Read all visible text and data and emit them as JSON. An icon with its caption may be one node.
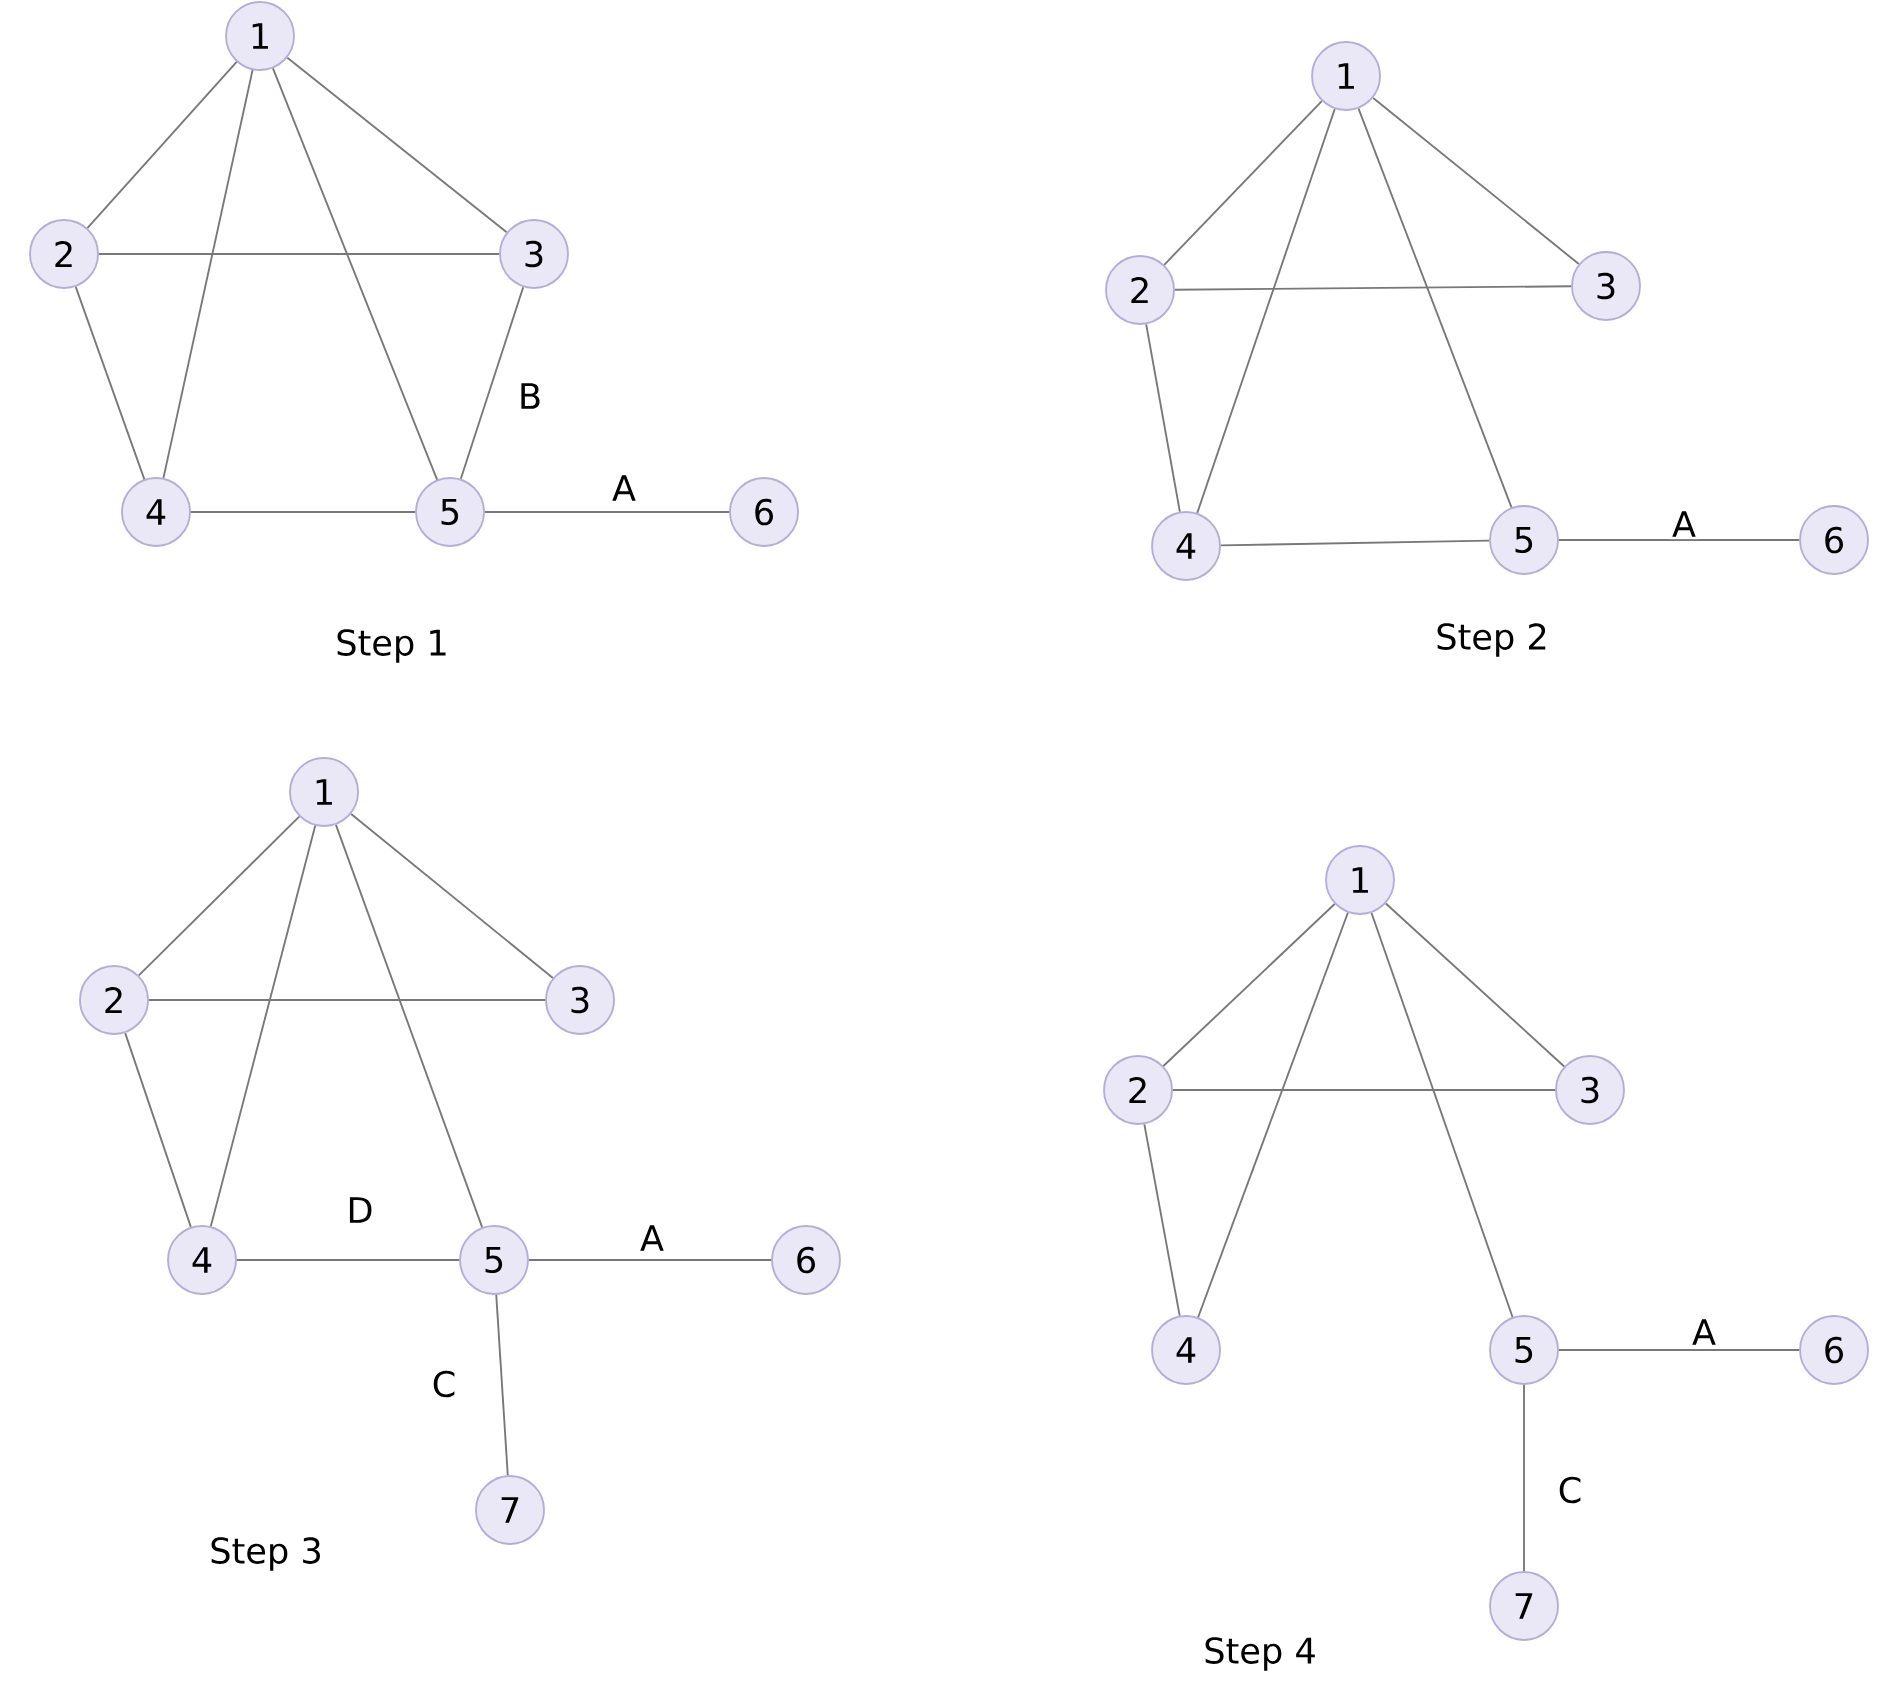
{
  "diagram": {
    "nodes": [
      {
        "text": [
          "1"
        ]
      },
      {
        "text": [
          "2"
        ]
      },
      {
        "text": [
          "3"
        ]
      },
      {
        "text": [
          "4"
        ]
      },
      {
        "text": [
          "5"
        ]
      },
      {
        "text": [
          "6"
        ]
      },
      {
        "text": [
          "1"
        ]
      },
      {
        "text": [
          "2"
        ]
      },
      {
        "text": [
          "3"
        ]
      },
      {
        "text": [
          "4"
        ]
      },
      {
        "text": [
          "5"
        ]
      },
      {
        "text": [
          "6"
        ]
      },
      {
        "text": [
          "1"
        ]
      },
      {
        "text": [
          "2"
        ]
      },
      {
        "text": [
          "3"
        ]
      },
      {
        "text": [
          "4"
        ]
      },
      {
        "text": [
          "5"
        ]
      },
      {
        "text": [
          "6"
        ]
      },
      {
        "text": [
          "7"
        ]
      },
      {
        "text": [
          "1"
        ]
      },
      {
        "text": [
          "2"
        ]
      },
      {
        "text": [
          "3"
        ]
      },
      {
        "text": [
          "4"
        ]
      },
      {
        "text": [
          "5"
        ]
      },
      {
        "text": [
          "6"
        ]
      },
      {
        "text": [
          "7"
        ]
      }
    ],
    "edges": [
      {
        "from": 0,
        "to": 1,
        "arrow": "none"
      },
      {
        "from": 0,
        "to": 2,
        "arrow": "none"
      },
      {
        "from": 0,
        "to": 3,
        "arrow": "none"
      },
      {
        "from": 0,
        "to": 4,
        "arrow": "none"
      },
      {
        "from": 1,
        "to": 2,
        "arrow": "none"
      },
      {
        "from": 1,
        "to": 3,
        "arrow": "none"
      },
      {
        "from": 2,
        "to": 4,
        "arrow": "none",
        "label": "B"
      },
      {
        "from": 3,
        "to": 4,
        "arrow": "none"
      },
      {
        "from": 4,
        "to": 5,
        "arrow": "none",
        "label": "A"
      },
      {
        "from": 6,
        "to": 7,
        "arrow": "none"
      },
      {
        "from": 6,
        "to": 8,
        "arrow": "none"
      },
      {
        "from": 6,
        "to": 9,
        "arrow": "none"
      },
      {
        "from": 6,
        "to": 10,
        "arrow": "none"
      },
      {
        "from": 7,
        "to": 8,
        "arrow": "none"
      },
      {
        "from": 7,
        "to": 9,
        "arrow": "none"
      },
      {
        "from": 9,
        "to": 10,
        "arrow": "none"
      },
      {
        "from": 10,
        "to": 11,
        "arrow": "none",
        "label": "A"
      },
      {
        "from": 12,
        "to": 13,
        "arrow": "none"
      },
      {
        "from": 12,
        "to": 14,
        "arrow": "none"
      },
      {
        "from": 12,
        "to": 15,
        "arrow": "none"
      },
      {
        "from": 12,
        "to": 16,
        "arrow": "none"
      },
      {
        "from": 13,
        "to": 14,
        "arrow": "none"
      },
      {
        "from": 13,
        "to": 15,
        "arrow": "none"
      },
      {
        "from": 15,
        "to": 16,
        "arrow": "none",
        "label": "D"
      },
      {
        "from": 16,
        "to": 17,
        "arrow": "none",
        "label": "A"
      },
      {
        "from": 16,
        "to": 18,
        "arrow": "none",
        "label": "C"
      },
      {
        "from": 19,
        "to": 20,
        "arrow": "none"
      },
      {
        "from": 19,
        "to": 21,
        "arrow": "none"
      },
      {
        "from": 19,
        "to": 22,
        "arrow": "none"
      },
      {
        "from": 19,
        "to": 23,
        "arrow": "none"
      },
      {
        "from": 20,
        "to": 21,
        "arrow": "none"
      },
      {
        "from": 20,
        "to": 22,
        "arrow": "none"
      },
      {
        "from": 23,
        "to": 24,
        "arrow": "none",
        "label": "A"
      },
      {
        "from": 23,
        "to": 25,
        "arrow": "none",
        "label": "C"
      }
    ],
    "labels": [
      "Step 1",
      "Step 2",
      "Step 3",
      "Step 4"
    ]
  }
}
